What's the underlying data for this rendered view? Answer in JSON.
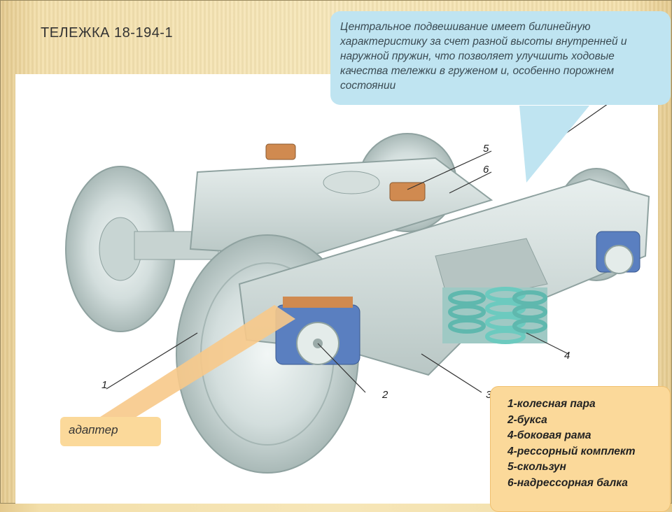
{
  "title": "ТЕЛЕЖКА 18-194-1",
  "callout": "Центральное подвешивание имеет билинейную характеристику за счет разной высоты внутренней и наружной пружин, что позволяет улучшить ходовые качества тележки в груженом и, особенно порожнем состоянии",
  "adapter_label": "адаптер",
  "numbers": [
    "1",
    "2",
    "3",
    "4",
    "5",
    "6"
  ],
  "legend": [
    "1-колесная пара",
    "2-букса",
    "4-боковая рама",
    "4-рессорный комплект",
    "5-скользун",
    "6-надрессорная балка"
  ],
  "colors": {
    "background": "#f6e6b8",
    "callout_bg": "#bfe4f1",
    "legend_bg": "#fbd99a",
    "steel": "#d6e2e0",
    "adapter_blue": "#5a7fc0",
    "spring": "#7ccfc6",
    "slider": "#d08a50"
  }
}
